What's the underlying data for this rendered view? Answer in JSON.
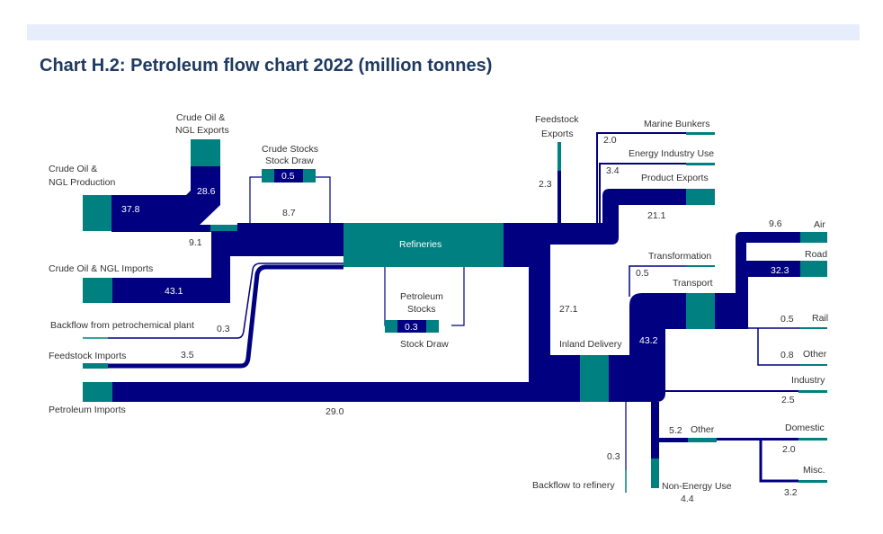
{
  "title": "Chart H.2: Petroleum flow chart 2022 (million tonnes)",
  "colors": {
    "flow": "#000080",
    "node": "#008080",
    "banner": "#e7eefb",
    "title": "#1f3a60"
  },
  "nodes": {
    "crude_production": {
      "label1": "Crude Oil &",
      "label2": "NGL Production",
      "value": "37.8"
    },
    "crude_exports": {
      "label1": "Crude Oil &",
      "label2": "NGL Exports",
      "value": "28.6"
    },
    "crude_stocks": {
      "label1": "Crude Stocks",
      "label2": "Stock Draw",
      "value": "0.5"
    },
    "crude_to_refinery": {
      "value": "8.7"
    },
    "crude_remainder": {
      "value": "9.1"
    },
    "crude_imports": {
      "label": "Crude Oil & NGL Imports",
      "value": "43.1"
    },
    "backflow_petrochem": {
      "label": "Backflow from petrochemical plant",
      "value": "0.3"
    },
    "feedstock_imports": {
      "label": "Feedstock Imports",
      "value": "3.5"
    },
    "petroleum_imports": {
      "label": "Petroleum Imports",
      "value": "29.0"
    },
    "refineries": {
      "label": "Refineries"
    },
    "petroleum_stocks": {
      "label1": "Petroleum",
      "label2": "Stocks",
      "value": "0.3",
      "label3": "Stock Draw"
    },
    "feedstock_exports": {
      "label1": "Feedstock",
      "label2": "Exports",
      "value": "2.3"
    },
    "marine_bunkers": {
      "label": "Marine Bunkers",
      "value": "2.0"
    },
    "energy_industry_use": {
      "label": "Energy Industry Use",
      "value": "3.4"
    },
    "product_exports": {
      "label": "Product Exports",
      "value": "21.1"
    },
    "to_inland": {
      "value": "27.1"
    },
    "inland_delivery": {
      "label": "Inland Delivery"
    },
    "transformation": {
      "label": "Transformation",
      "value": "0.5"
    },
    "transport": {
      "label": "Transport",
      "value": "43.2"
    },
    "air": {
      "label": "Air",
      "value": "9.6"
    },
    "road": {
      "label": "Road",
      "value": "32.3"
    },
    "rail": {
      "label": "Rail",
      "value": "0.5"
    },
    "transport_other": {
      "label": "Other",
      "value": "0.8"
    },
    "industry": {
      "label": "Industry",
      "value": "2.5"
    },
    "other": {
      "label": "Other",
      "value": "5.2"
    },
    "domestic": {
      "label": "Domestic",
      "value": "2.0"
    },
    "misc": {
      "label": "Misc.",
      "value": "3.2"
    },
    "non_energy_use": {
      "label": "Non-Energy Use",
      "value": "4.4"
    },
    "backflow_refinery": {
      "label": "Backflow to refinery",
      "value": "0.3"
    }
  }
}
